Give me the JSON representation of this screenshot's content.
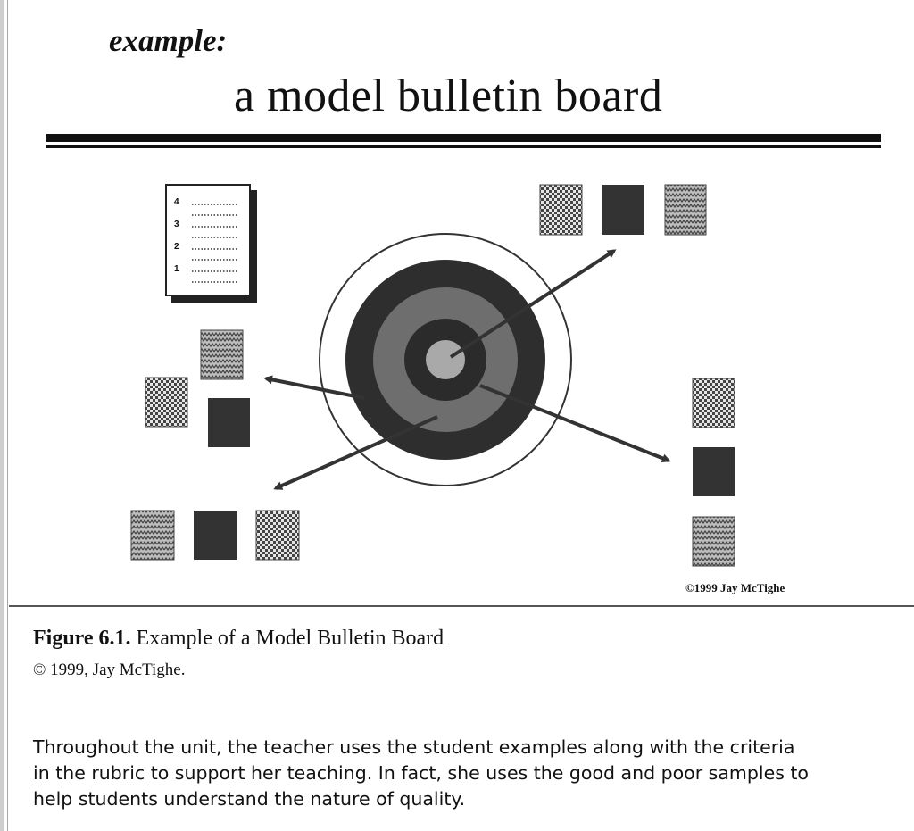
{
  "heading": {
    "label": "example:",
    "title": "a model bulletin board"
  },
  "board": {
    "rubric_levels": [
      "4",
      "3",
      "2",
      "1"
    ],
    "copyright": "©1999 Jay McTighe"
  },
  "figure": {
    "number": "Figure 6.1.",
    "caption": "Example of a Model Bulletin Board",
    "credit": "© 1999, Jay McTighe."
  },
  "body": {
    "lines": [
      "Throughout the unit, the teacher uses the student examples along with the criteria",
      "in the rubric to support her teaching. In fact, she uses the good and poor samples to",
      "help students understand the nature of quality."
    ]
  }
}
